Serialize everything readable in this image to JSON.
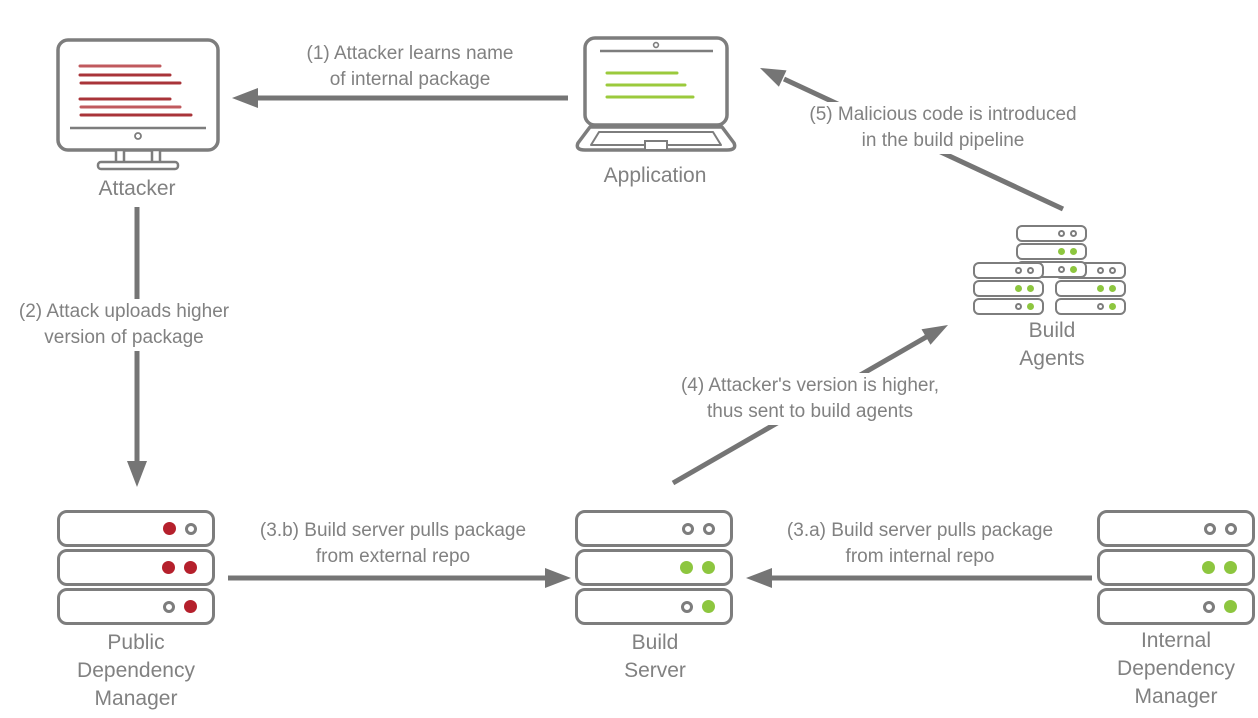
{
  "colors": {
    "gray_text": "#818181",
    "outline": "#7d7d7d",
    "arrow": "#757575",
    "red_dark": "#a93439",
    "red_light": "#c05a5e",
    "red_dot": "#b5202c",
    "green_dot": "#8dc63f",
    "green_line": "#9bca3c",
    "bg": "#ffffff"
  },
  "nodes": {
    "attacker": {
      "label": "Attacker",
      "icon": "desktop-monitor-icon"
    },
    "application": {
      "label": "Application",
      "icon": "laptop-icon"
    },
    "build_agents": {
      "label_lines": [
        "Build",
        "Agents"
      ],
      "icon": "server-rack-cluster-icon"
    },
    "public_dependency_manager": {
      "label_lines": [
        "Public",
        "Dependency",
        "Manager"
      ],
      "icon": "server-stack-icon"
    },
    "build_server": {
      "label_lines": [
        "Build",
        "Server"
      ],
      "icon": "server-stack-icon"
    },
    "internal_dependency_manager": {
      "label_lines": [
        "Internal",
        "Dependency",
        "Manager"
      ],
      "icon": "server-stack-icon"
    }
  },
  "annotations": {
    "step1": {
      "line1": "(1) Attacker learns name",
      "line2": "of internal package"
    },
    "step2": {
      "line1": "(2) Attack uploads higher",
      "line2": "version of package"
    },
    "step3b": {
      "line1": "(3.b) Build server pulls package",
      "line2": "from external repo"
    },
    "step3a": {
      "line1": "(3.a) Build server pulls package",
      "line2": "from internal repo"
    },
    "step4": {
      "line1": "(4) Attacker's version is higher,",
      "line2": "thus sent to build agents"
    },
    "step5": {
      "line1": "(5) Malicious code is introduced",
      "line2": "in the build pipeline"
    }
  },
  "server_stacks": {
    "public": {
      "rows": [
        [
          "red",
          "hollow"
        ],
        [
          "red",
          "red"
        ],
        [
          "hollow",
          "red"
        ]
      ]
    },
    "build": {
      "rows": [
        [
          "hollow",
          "hollow"
        ],
        [
          "green",
          "green"
        ],
        [
          "hollow",
          "green"
        ]
      ]
    },
    "internal": {
      "rows": [
        [
          "hollow",
          "hollow"
        ],
        [
          "green",
          "green"
        ],
        [
          "hollow",
          "green"
        ]
      ]
    },
    "agents_top": {
      "rows": [
        [
          "hollow",
          "hollow"
        ],
        [
          "green",
          "green"
        ],
        [
          "hollow",
          "green"
        ]
      ]
    },
    "agents_left": {
      "rows": [
        [
          "hollow",
          "hollow"
        ],
        [
          "green",
          "green"
        ],
        [
          "hollow",
          "green"
        ]
      ]
    },
    "agents_right": {
      "rows": [
        [
          "hollow",
          "hollow"
        ],
        [
          "green",
          "green"
        ],
        [
          "hollow",
          "green"
        ]
      ]
    }
  }
}
